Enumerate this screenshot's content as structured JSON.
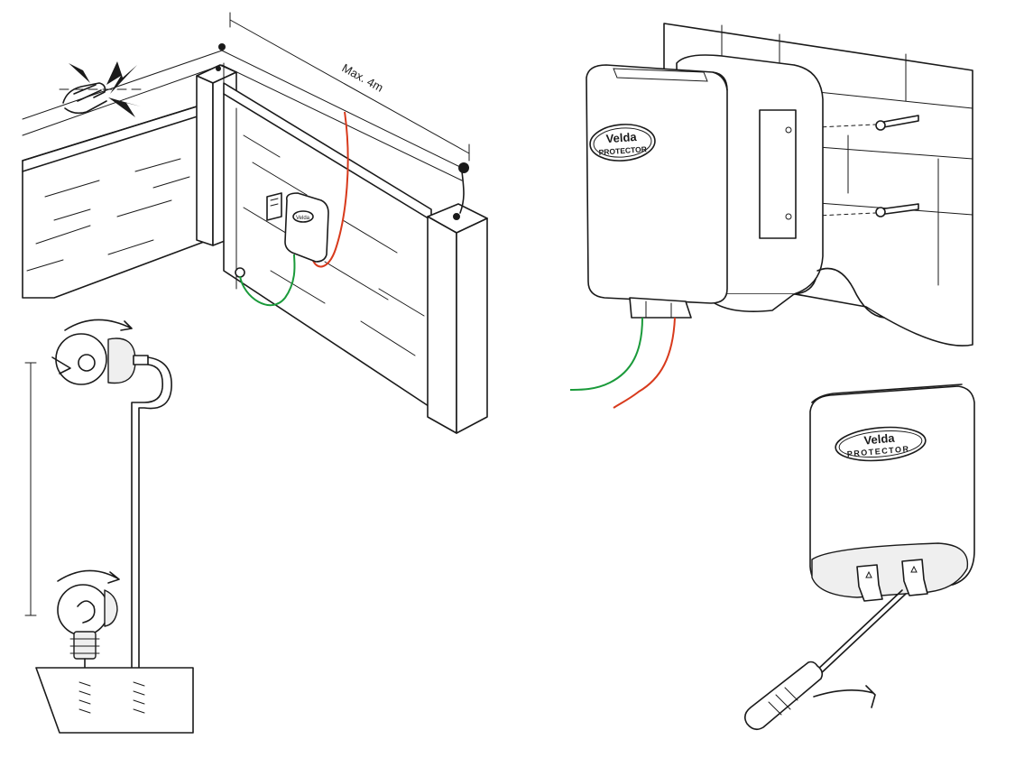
{
  "dimension_label": "Max. 4m",
  "brand": {
    "name": "Velda",
    "product": "PROTECTOR"
  },
  "colors": {
    "wire_green": "#1a9a3a",
    "wire_red": "#d83a1c",
    "ink": "#1a1a1a"
  },
  "icons": [
    "hand-clap-icon",
    "sound-burst-icon",
    "rotate-arrow-icon",
    "screwdriver-icon"
  ]
}
